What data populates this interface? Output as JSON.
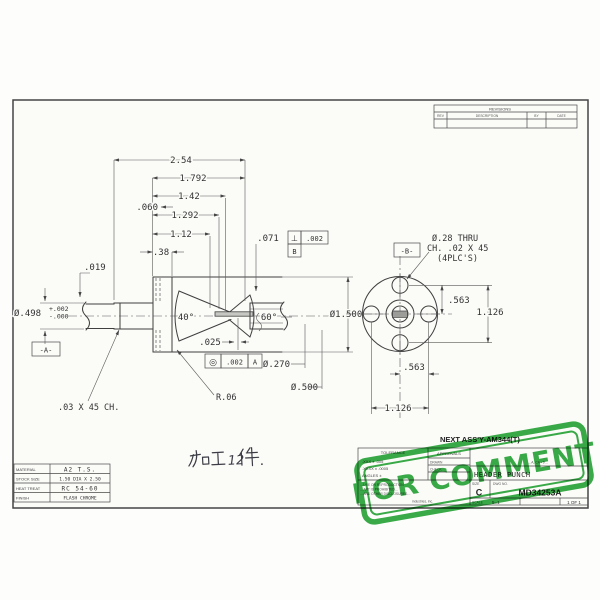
{
  "stamp": {
    "text": "FOR COMMENT",
    "color": "#2aa63a"
  },
  "revisions": {
    "title": "REVISIONS",
    "col_rev": "REV",
    "col_description": "DESCRIPTION",
    "col_by": "BY",
    "col_date": "DATE"
  },
  "front_view": {
    "dim_254": "2.54",
    "dim_1792": "1.792",
    "dim_142": "1.42",
    "dim_1292": "1.292",
    "dim_112": "1.12",
    "dim_38": ".38",
    "dim_060": ".060",
    "dim_019": ".019",
    "dim_071": ".071",
    "fcf_perp_symbol": "⊥",
    "fcf_perp_tol": ".002",
    "fcf_perp_datum": "B",
    "dia_498": "Ø.498",
    "dia_498_plus": "+.002",
    "dia_498_minus": "-.000",
    "datum_a": "-A-",
    "chamfer_note": ".03 X 45 CH.",
    "radius_note": "R.06",
    "angle_40": "40°",
    "angle_60": "60°",
    "dim_025": ".025",
    "fcf_conc_symbol": "◎",
    "fcf_conc_tol": ".002",
    "fcf_conc_datum": "A",
    "dia_270": "Ø.270",
    "dia_500": "Ø.500",
    "dia_1500": "Ø1.500"
  },
  "end_view": {
    "datum_b": "-B-",
    "hole_note_1": "Ø.28 THRU",
    "hole_note_2": "CH. .02 X 45",
    "hole_note_3": "(4PLC'S)",
    "dim_563_v": ".563",
    "dim_1126_v": "1.126",
    "dim_563_h": ".563",
    "dim_1126_h": "1.126"
  },
  "material_table": {
    "rows": [
      {
        "label": "MATERIAL",
        "value": "A2  T.S."
      },
      {
        "label": "STOCK SIZE",
        "value": "1.50 DIA X 2.50"
      },
      {
        "label": "HEAT TREAT",
        "value": "RC  54-60"
      },
      {
        "label": "FINISH",
        "value": "FLASH CHROME"
      }
    ]
  },
  "handwritten_note": "加工12件.",
  "handwritten_note_digits": "12",
  "title_block": {
    "next_assy": "NEXT ASS'Y-AM344(T)",
    "tolerance_header": "TOLERANCE",
    "tol_line_1": ".XXX ± .005",
    "tol_line_2": ".XXXX ± .0005",
    "tol_line_3": "ANGLES ±",
    "approvals_header": "APPROVALS",
    "approval_row_1": "DRAWN",
    "approval_row_2": "CHECK",
    "address_fragment": "…A, CA • 9…",
    "drawing_title": "HEADER PUNCH",
    "legal_line_1": "…USE OR REPRODUCTION",
    "legal_line_2": "…ART IS PROHIBITED…",
    "legal_line_3": "…AND OTHER DISCLOSURES…",
    "company_fragment": "industries, inc.",
    "size_label": "SIZE",
    "size_value": "C",
    "dwg_label": "DWG NO.",
    "dwg_value": "MD34253A",
    "scale_label": "SCALE",
    "scale_value": "5=1",
    "sheet_value": "1 OF 1"
  }
}
